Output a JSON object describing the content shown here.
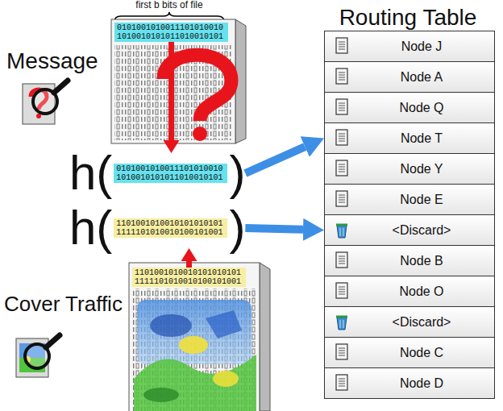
{
  "diagram": {
    "nodes": [
      {
        "text": [
          "0101001010011101010010 1010010101011010010101"
        ]
      },
      {
        "text": [
          "h(",
          "0101001010011101010010 1010010101011010010101",
          ")"
        ]
      },
      {
        "text": [
          "h(",
          "1101001010010101010101 1111101010010100101001",
          ")"
        ]
      },
      {
        "text": [
          "1101001010010101010101 1111101010010100101001"
        ]
      },
      {
        "text": [
          "Routing Table"
        ]
      },
      {
        "text": [
          "Node J"
        ],
        "in": 4
      },
      {
        "text": [
          "Node A"
        ],
        "in": 4
      },
      {
        "text": [
          "Node Q"
        ],
        "in": 4
      },
      {
        "text": [
          "Node T"
        ],
        "in": 4
      },
      {
        "text": [
          "Node Y"
        ],
        "in": 4
      },
      {
        "text": [
          "Node E"
        ],
        "in": 4
      },
      {
        "text": [
          "<Discard>"
        ],
        "in": 4
      },
      {
        "text": [
          "Node B"
        ],
        "in": 4
      },
      {
        "text": [
          "Node O"
        ],
        "in": 4
      },
      {
        "text": [
          "<Discard>"
        ],
        "in": 4
      },
      {
        "text": [
          "Node C"
        ],
        "in": 4
      },
      {
        "text": [
          "Node D"
        ],
        "in": 4
      }
    ],
    "edges": [
      {
        "from": 0,
        "to": 1,
        "arrow": "to"
      },
      {
        "from": 3,
        "to": 2,
        "arrow": "to"
      },
      {
        "from": 1,
        "to": 8,
        "arrow": "to"
      },
      {
        "from": 2,
        "to": 11,
        "arrow": "to"
      }
    ],
    "labels": [
      "first b bits of file",
      "Message",
      "Cover Traffic"
    ]
  }
}
